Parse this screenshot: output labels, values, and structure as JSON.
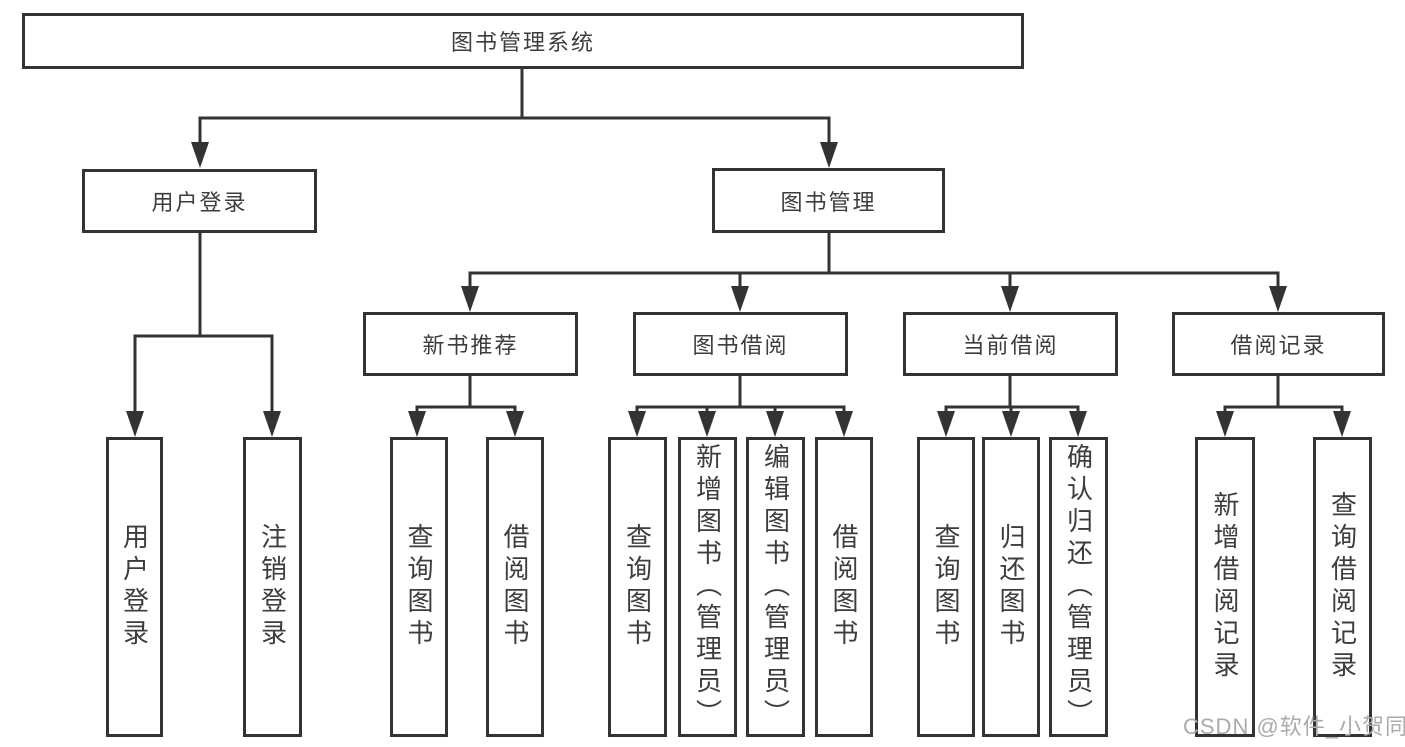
{
  "diagram": {
    "title": "图书管理系统",
    "nodes": {
      "root": "图书管理系统",
      "user_login_group": "用户登录",
      "book_mgmt": "图书管理",
      "new_book_rec": "新书推荐",
      "book_borrow": "图书借阅",
      "current_borrow": "当前借阅",
      "borrow_records": "借阅记录",
      "leaf_user_login": "用户登录",
      "leaf_logout": "注销登录",
      "leaf_nbr_query": "查询图书",
      "leaf_nbr_borrow": "借阅图书",
      "leaf_bb_query": "查询图书",
      "leaf_bb_add": "新增图书（管理员）",
      "leaf_bb_edit": "编辑图书（管理员）",
      "leaf_bb_borrow": "借阅图书",
      "leaf_cb_query": "查询图书",
      "leaf_cb_return": "归还图书",
      "leaf_cb_confirm": "确认归还（管理员）",
      "leaf_br_add": "新增借阅记录",
      "leaf_br_query": "查询借阅记录"
    }
  },
  "watermark": "CSDN @软件_小贺同学",
  "colors": {
    "line": "#333333",
    "text": "#3d3d3d",
    "watermark": "#ababab",
    "background": "#ffffff"
  }
}
